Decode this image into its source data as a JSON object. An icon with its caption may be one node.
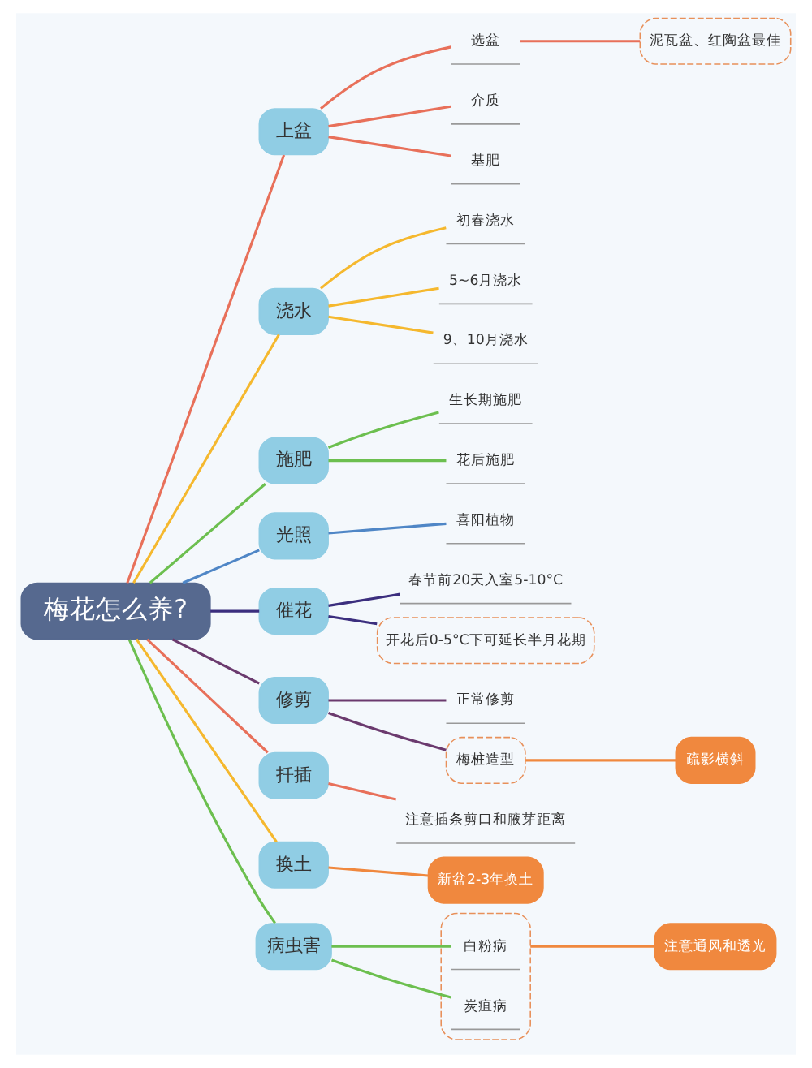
{
  "diagram": {
    "nodes": [
      {
        "text": [
          "梅花怎么养?"
        ]
      },
      {
        "text": [
          "上盆"
        ]
      },
      {
        "text": [
          "选盆"
        ]
      },
      {
        "text": [
          "泥瓦盆、红陶盆最佳"
        ]
      },
      {
        "text": [
          "介质"
        ]
      },
      {
        "text": [
          "基肥"
        ]
      },
      {
        "text": [
          "浇水"
        ]
      },
      {
        "text": [
          "初春浇水"
        ]
      },
      {
        "text": [
          "5~6月浇水"
        ]
      },
      {
        "text": [
          "9、10月浇水"
        ]
      },
      {
        "text": [
          "施肥"
        ]
      },
      {
        "text": [
          "生长期施肥"
        ]
      },
      {
        "text": [
          "花后施肥"
        ]
      },
      {
        "text": [
          "光照"
        ]
      },
      {
        "text": [
          "喜阳植物"
        ]
      },
      {
        "text": [
          "催花"
        ]
      },
      {
        "text": [
          "春节前20天入室5-10°C"
        ]
      },
      {
        "text": [
          "开花后0-5°C下可延长半月花期"
        ]
      },
      {
        "text": [
          "修剪"
        ]
      },
      {
        "text": [
          "正常修剪"
        ]
      },
      {
        "text": [
          "梅桩造型"
        ]
      },
      {
        "text": [
          "疏影横斜"
        ]
      },
      {
        "text": [
          "扦插"
        ]
      },
      {
        "text": [
          "注意插条剪口和腋芽距离"
        ]
      },
      {
        "text": [
          "换土"
        ]
      },
      {
        "text": [
          "新盆2-3年换土"
        ]
      },
      {
        "text": [
          "病虫害"
        ]
      },
      {
        "text": [],
        "shape": "box"
      },
      {
        "text": [
          "白粉病"
        ],
        "in": 27
      },
      {
        "text": [
          "炭疽病"
        ],
        "in": 27
      },
      {
        "text": [
          "注意通风和透光"
        ]
      }
    ],
    "edges": [
      {
        "from": 0,
        "to": 1,
        "arrow": "none",
        "color": "#e8705a"
      },
      {
        "from": 1,
        "to": 2,
        "arrow": "none",
        "color": "#e8705a"
      },
      {
        "from": 2,
        "to": 3,
        "arrow": "none",
        "color": "#e8705a"
      },
      {
        "from": 1,
        "to": 4,
        "arrow": "none",
        "color": "#e8705a"
      },
      {
        "from": 1,
        "to": 5,
        "arrow": "none",
        "color": "#e8705a"
      },
      {
        "from": 0,
        "to": 6,
        "arrow": "none",
        "color": "#f5b82e"
      },
      {
        "from": 6,
        "to": 7,
        "arrow": "none",
        "color": "#f5b82e"
      },
      {
        "from": 6,
        "to": 8,
        "arrow": "none",
        "color": "#f5b82e"
      },
      {
        "from": 6,
        "to": 9,
        "arrow": "none",
        "color": "#f5b82e"
      },
      {
        "from": 0,
        "to": 10,
        "arrow": "none",
        "color": "#6cbf4f"
      },
      {
        "from": 10,
        "to": 11,
        "arrow": "none",
        "color": "#6cbf4f"
      },
      {
        "from": 10,
        "to": 12,
        "arrow": "none",
        "color": "#6cbf4f"
      },
      {
        "from": 0,
        "to": 13,
        "arrow": "none",
        "color": "#4f86c6"
      },
      {
        "from": 13,
        "to": 14,
        "arrow": "none",
        "color": "#4f86c6"
      },
      {
        "from": 0,
        "to": 15,
        "arrow": "none",
        "color": "#3b2e7e"
      },
      {
        "from": 15,
        "to": 16,
        "arrow": "none",
        "color": "#3b2e7e"
      },
      {
        "from": 15,
        "to": 17,
        "arrow": "none",
        "color": "#3b2e7e"
      },
      {
        "from": 0,
        "to": 18,
        "arrow": "none",
        "color": "#6b3a6e"
      },
      {
        "from": 18,
        "to": 19,
        "arrow": "none",
        "color": "#6b3a6e"
      },
      {
        "from": 18,
        "to": 20,
        "arrow": "none",
        "color": "#6b3a6e"
      },
      {
        "from": 20,
        "to": 21,
        "arrow": "none",
        "color": "#f0883e"
      },
      {
        "from": 0,
        "to": 22,
        "arrow": "none",
        "color": "#e8705a"
      },
      {
        "from": 22,
        "to": 23,
        "arrow": "none",
        "color": "#e8705a"
      },
      {
        "from": 0,
        "to": 24,
        "arrow": "none",
        "color": "#f5b82e"
      },
      {
        "from": 24,
        "to": 25,
        "arrow": "none",
        "color": "#f0883e"
      },
      {
        "from": 0,
        "to": 26,
        "arrow": "none",
        "color": "#6cbf4f"
      },
      {
        "from": 26,
        "to": 28,
        "arrow": "none",
        "color": "#6cbf4f"
      },
      {
        "from": 26,
        "to": 29,
        "arrow": "none",
        "color": "#6cbf4f"
      },
      {
        "from": 27,
        "to": 30,
        "arrow": "none",
        "color": "#f0883e"
      }
    ]
  }
}
